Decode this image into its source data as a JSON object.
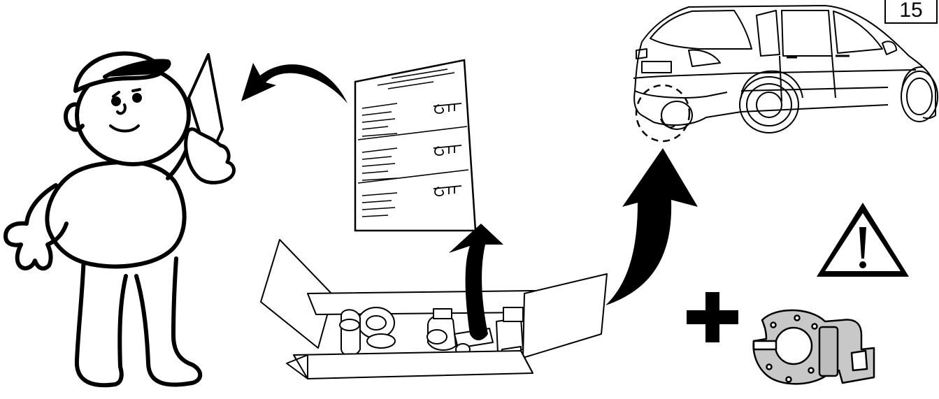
{
  "page_number": "15",
  "colors": {
    "line": "#000000",
    "paper": "#ffffff",
    "bracket": "#c8c8c8"
  },
  "elements": {
    "technician": "technician-figure",
    "manual": "instruction-manual",
    "box": "open-parts-box",
    "car": "car-rear-view",
    "warning": "warning-triangle-icon",
    "plus": "plus-icon",
    "bracket": "socket-mounting-bracket"
  }
}
